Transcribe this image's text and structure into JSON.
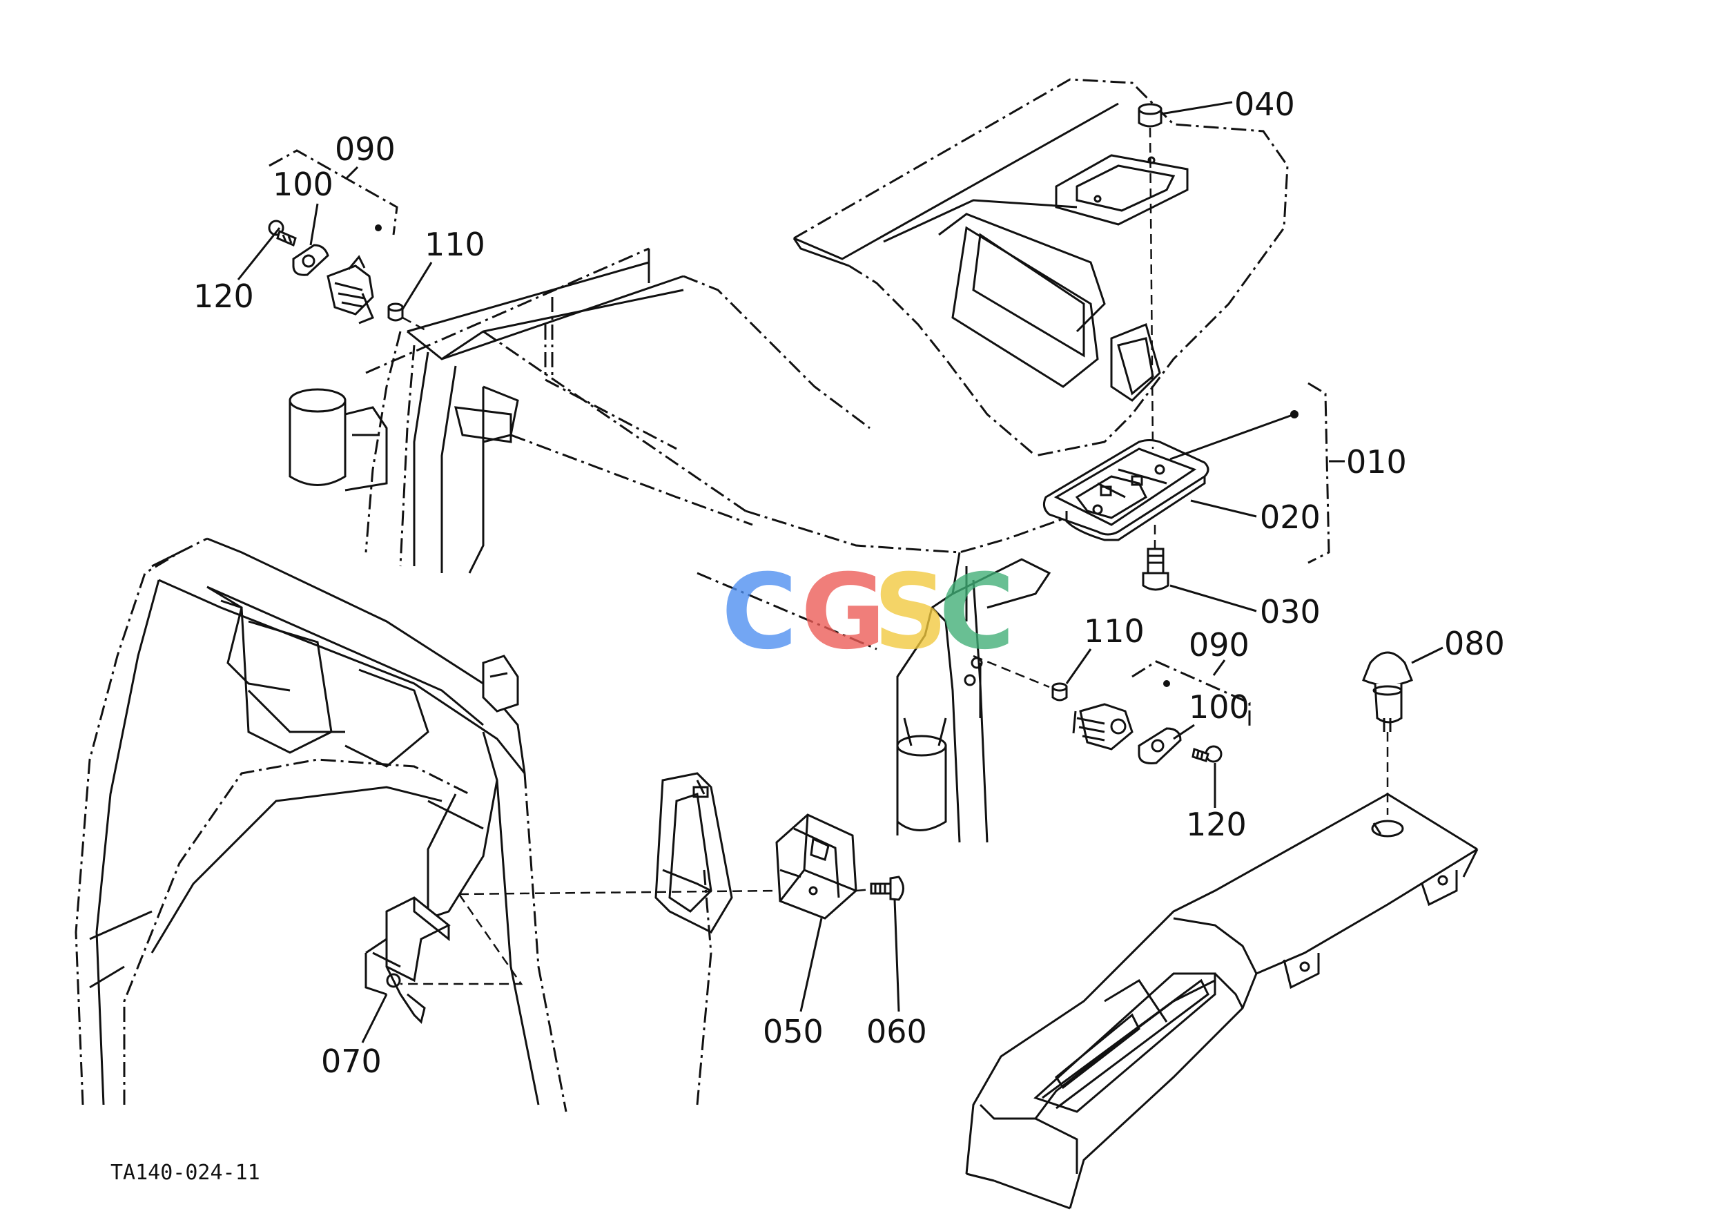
{
  "diagram_code": "TA140-024-11",
  "watermark": {
    "letters": [
      "C",
      "G",
      "S",
      "C"
    ],
    "colors": [
      "#4d8ef0",
      "#ec5a55",
      "#f2c93d",
      "#3fae76"
    ]
  },
  "parts": [
    {
      "id": "l010",
      "label": "010"
    },
    {
      "id": "l020",
      "label": "020"
    },
    {
      "id": "l030",
      "label": "030"
    },
    {
      "id": "l040",
      "label": "040"
    },
    {
      "id": "l050",
      "label": "050"
    },
    {
      "id": "l060",
      "label": "060"
    },
    {
      "id": "l070",
      "label": "070"
    },
    {
      "id": "l080",
      "label": "080"
    },
    {
      "id": "l090a",
      "label": "090"
    },
    {
      "id": "l100a",
      "label": "100"
    },
    {
      "id": "l110a",
      "label": "110"
    },
    {
      "id": "l120a",
      "label": "120"
    },
    {
      "id": "l090b",
      "label": "090"
    },
    {
      "id": "l100b",
      "label": "100"
    },
    {
      "id": "l110b",
      "label": "110"
    },
    {
      "id": "l120b",
      "label": "120"
    }
  ]
}
